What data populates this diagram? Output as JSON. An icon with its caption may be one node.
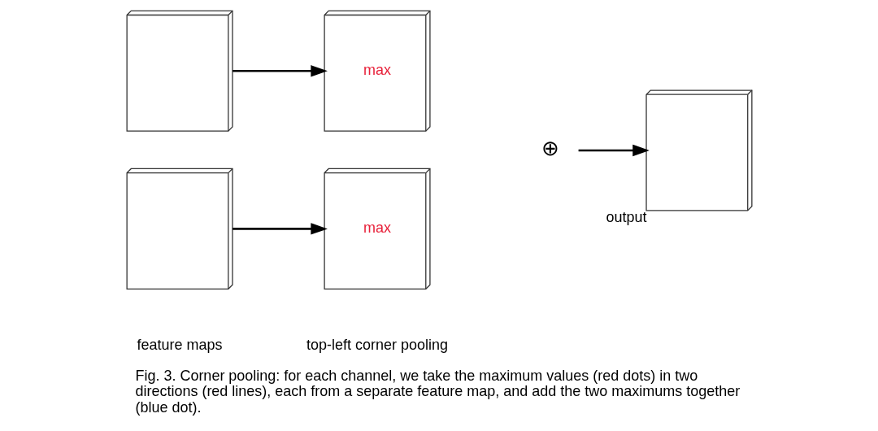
{
  "diagram": {
    "caption": "Fig. 3. Corner pooling: for each channel, we take the maximum values (red dots) in two directions (red lines), each from a separate feature map, and add the two maximums together (blue dot).",
    "nodes": [
      {
        "text": [],
        "shape": "box"
      },
      {
        "text": [],
        "shape": "box"
      },
      {
        "text": [
          "max"
        ]
      },
      {
        "text": [
          "max"
        ]
      },
      {
        "text": [
          "⊕"
        ]
      },
      {
        "text": [],
        "shape": "box",
        "beside": [
          "output"
        ]
      }
    ],
    "edges": [
      {
        "from": 0,
        "to": 2,
        "arrow": "to"
      },
      {
        "from": 1,
        "to": 3,
        "arrow": "to"
      },
      {
        "from": 4,
        "to": 5,
        "arrow": "to"
      }
    ],
    "labels": [
      "feature maps",
      "top-left corner pooling"
    ]
  }
}
